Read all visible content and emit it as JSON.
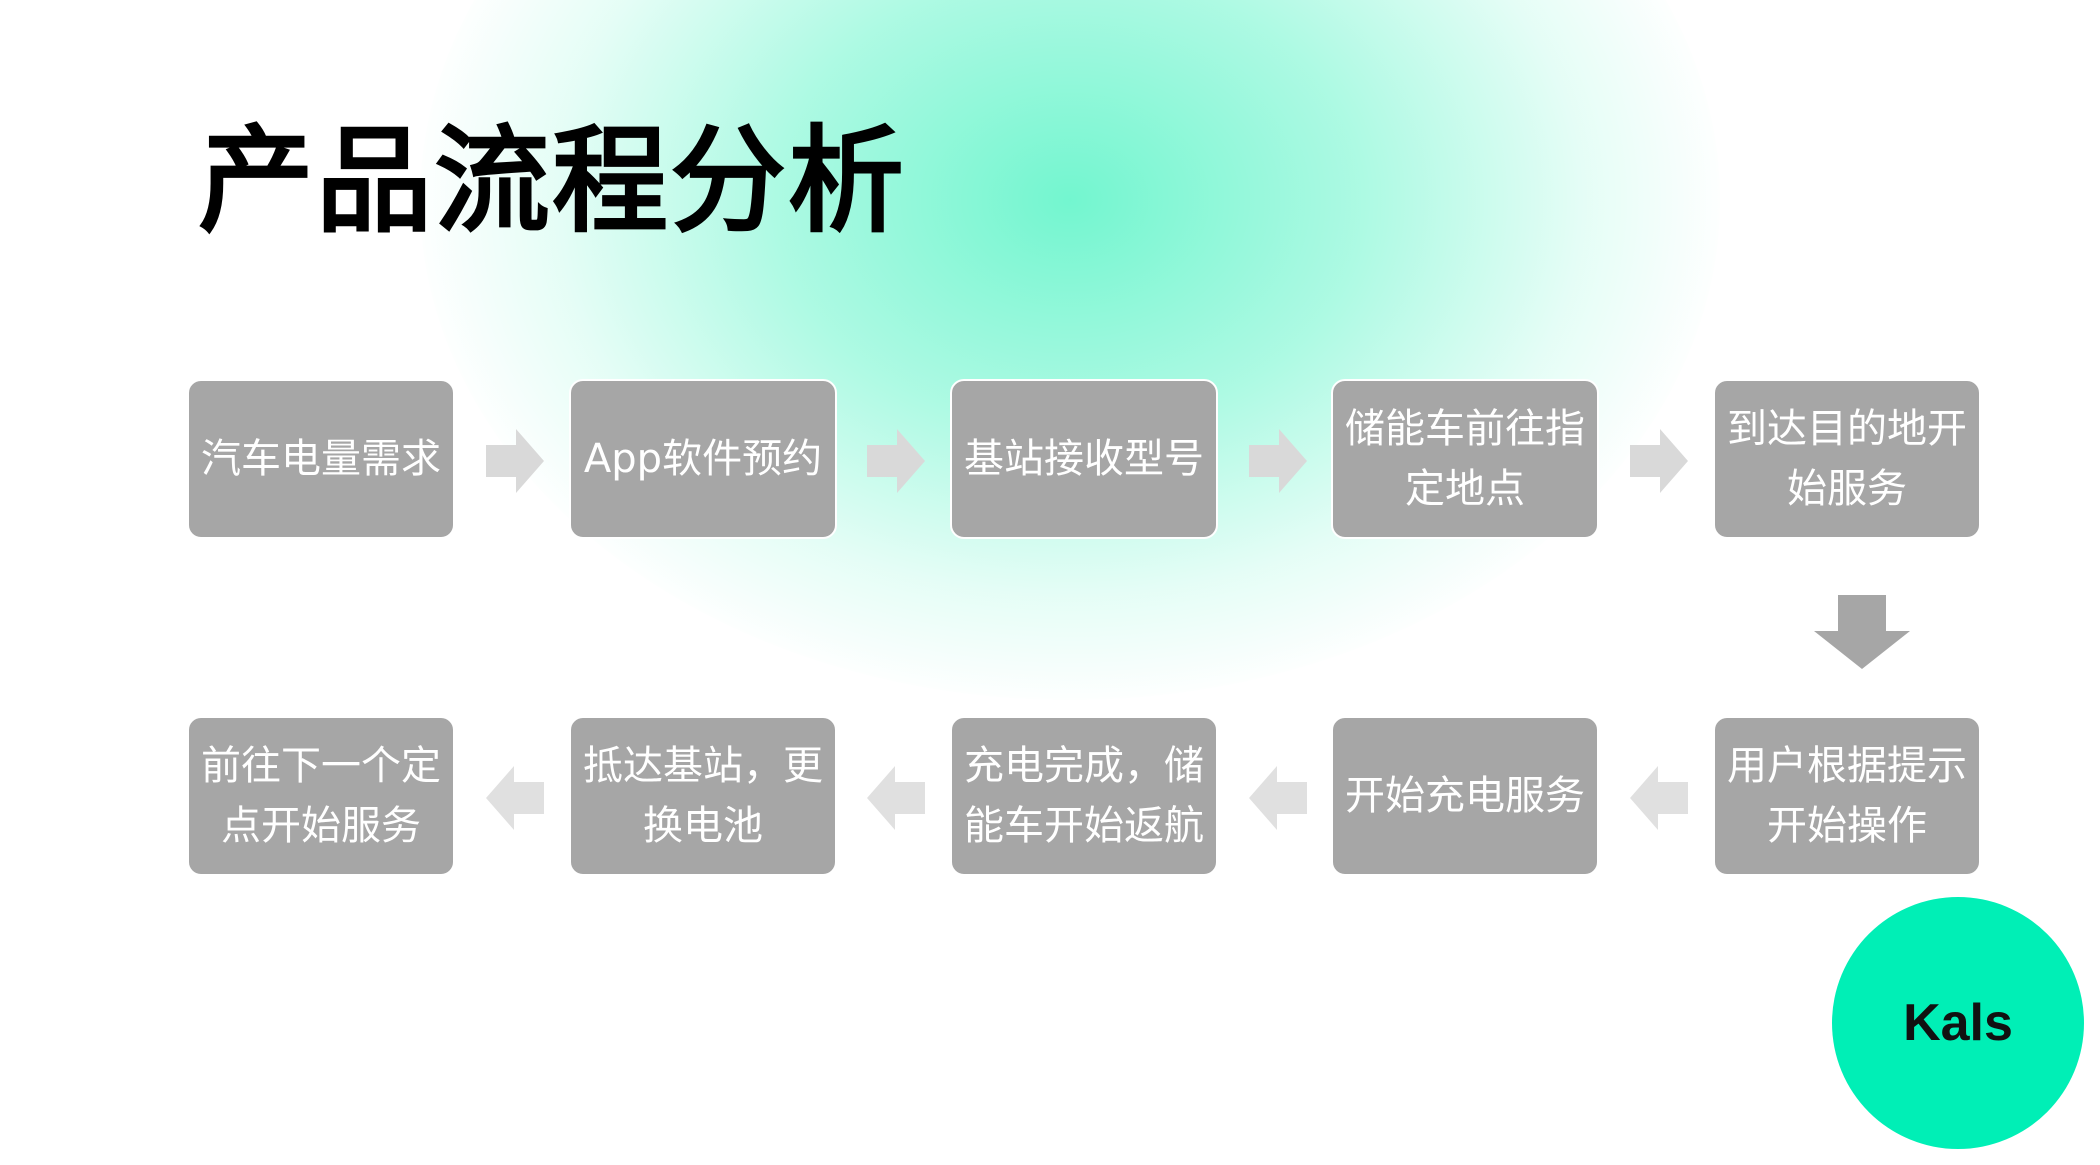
{
  "title": "产品流程分析",
  "steps": [
    "汽车电量需求",
    "App软件预约",
    "基站接收型号",
    "储能车前往指定地点",
    "到达目的地开始服务",
    "用户根据提示开始操作",
    "开始充电服务",
    "充电完成，储能车开始返航",
    "抵达基站，更换电池",
    "前往下一个定点开始服务"
  ],
  "logo": "Kals",
  "colors": {
    "step_fill": "#a6a6a6",
    "step_text": "#ffffff",
    "arrow_right": "#d9d9d9",
    "arrow_left": "#e0e0e0",
    "arrow_down": "#a6a6a6",
    "accent": "#00efb6",
    "title": "#000000"
  }
}
